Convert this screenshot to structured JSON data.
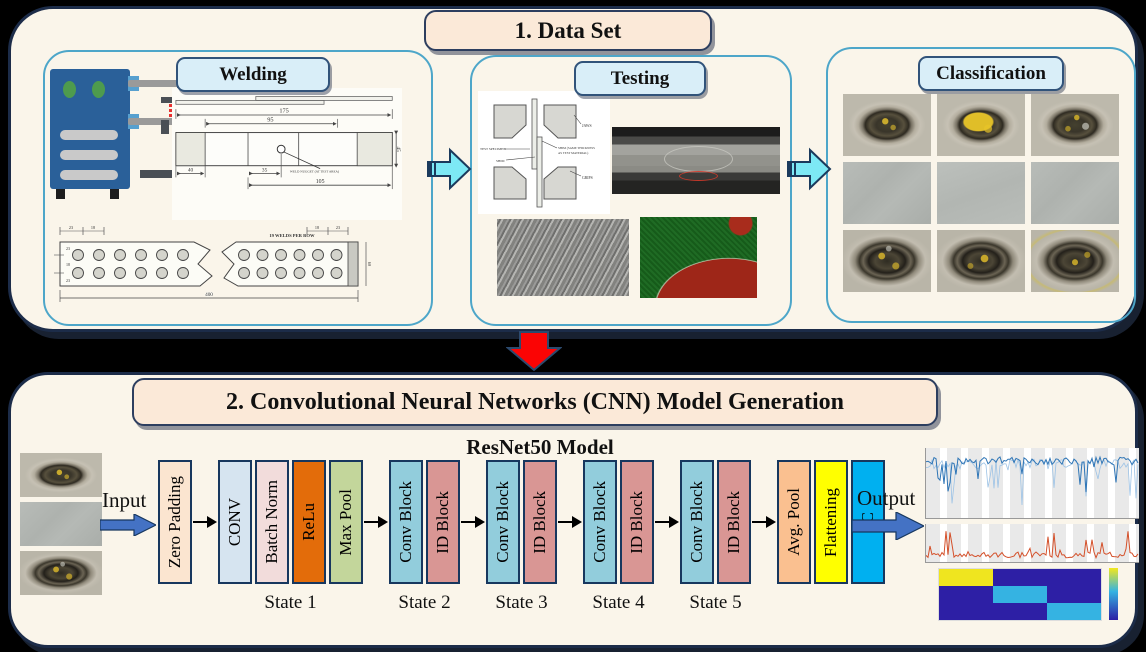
{
  "colors": {
    "background": "#000000",
    "panel_bg": "#faf5ea",
    "panel_border": "#1c2c49",
    "header_bg": "#fbe9d8",
    "subpanel_border": "#4da6c9",
    "label_bg": "#d9eef8",
    "cyan_arrow": "#7de9f5",
    "red_arrow": "#fb0404",
    "blue_arrow": "#4472c4",
    "zero_padding": "#fbe5d0"
  },
  "dataset": {
    "title": "1. Data Set",
    "welding": {
      "label": "Welding",
      "specimen_dims": {
        "total_length": "175",
        "inner_length": "95",
        "width": "45",
        "grip": "40",
        "offset": "35",
        "bottom": "105",
        "note": "WELD NUGGET (AT TEST AREA)"
      },
      "strip": {
        "top_left_a": "23",
        "top_left_b": "18",
        "left_a": "23",
        "left_b": "18",
        "left_c": "23",
        "top_right_a": "18",
        "top_right_b": "23",
        "row_note": "19 WELDS PER ROW",
        "total": "400",
        "height": "60"
      }
    },
    "testing": {
      "label": "Testing",
      "diagram": {
        "jaws": "JAWS",
        "specimen": "TEST SPECIMEN",
        "shim": "SHIM",
        "grips": "GRIPS",
        "shim_note_1": "SHIM (SAME THICKNESS",
        "shim_note_2": "AS TEST MATERIAL)"
      }
    },
    "classification": {
      "label": "Classification",
      "cells": [
        "nug nug-a",
        "nug nug-b",
        "nug nug-c",
        "flat",
        "flat flat-b",
        "flat",
        "nug nug-d",
        "nug nug-e",
        "nug nug-f"
      ]
    }
  },
  "cnn": {
    "title": "2. Convolutional Neural Networks (CNN) Model Generation",
    "model_title": "ResNet50 Model",
    "input_label": "Input",
    "output_label": "Output",
    "zero_padding": "Zero Padding",
    "stages": [
      {
        "name": "State 1",
        "blocks": [
          {
            "label": "CONV",
            "bg": "#d6e4f0"
          },
          {
            "label": "Batch Norm",
            "bg": "#f2dcdb"
          },
          {
            "label": "ReLu",
            "bg": "#e36c0a"
          },
          {
            "label": "Max Pool",
            "bg": "#c3d69b"
          }
        ]
      },
      {
        "name": "State 2",
        "blocks": [
          {
            "label": "Conv Block",
            "bg": "#92cddc"
          },
          {
            "label": "ID Block",
            "bg": "#d99694"
          }
        ]
      },
      {
        "name": "State 3",
        "blocks": [
          {
            "label": "Conv Block",
            "bg": "#92cddc"
          },
          {
            "label": "ID Block",
            "bg": "#d99694"
          }
        ]
      },
      {
        "name": "State 4",
        "blocks": [
          {
            "label": "Conv Block",
            "bg": "#92cddc"
          },
          {
            "label": "ID Block",
            "bg": "#d99694"
          }
        ]
      },
      {
        "name": "State 5",
        "blocks": [
          {
            "label": "Conv Block",
            "bg": "#92cddc"
          },
          {
            "label": "ID Block",
            "bg": "#d99694"
          }
        ]
      }
    ],
    "tail_blocks": [
      {
        "label": "Avg. Pool",
        "bg": "#fac090"
      },
      {
        "label": "Flattening",
        "bg": "#ffff00"
      },
      {
        "label": "FC",
        "bg": "#00b0f0"
      }
    ],
    "input_images": [
      "nug nug-a",
      "flat",
      "nug nug-d"
    ],
    "confusion_matrix": [
      [
        "#efe51f",
        "#2d1fa5",
        "#2d1fa5"
      ],
      [
        "#2d1fa5",
        "#35b3e2",
        "#2d1fa5"
      ],
      [
        "#2d1fa5",
        "#2d1fa5",
        "#35b3e2"
      ]
    ]
  }
}
